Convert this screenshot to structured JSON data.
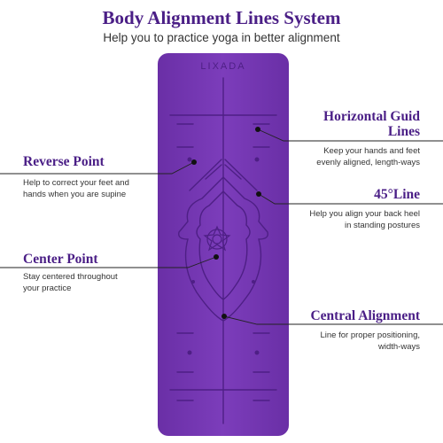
{
  "header": {
    "title": "Body Alignment Lines System",
    "subtitle": "Help you to practice yoga in better alignment"
  },
  "mat": {
    "brand": "LIXADA",
    "color": "#7a3bb8",
    "line_color": "#4e1f85"
  },
  "callouts": {
    "horizontal_guide": {
      "title_line1": "Horizontal Guid",
      "title_line2": "Lines",
      "desc_line1": "Keep your hands and feet",
      "desc_line2": "evenly aligned, length-ways"
    },
    "reverse_point": {
      "title": "Reverse Point",
      "desc_line1": "Help to correct your feet and",
      "desc_line2": "hands when you are supine"
    },
    "angle_line": {
      "title": "45°Line",
      "desc_line1": "Help you align your back heel",
      "desc_line2": "in standing postures"
    },
    "center_point": {
      "title": "Center Point",
      "desc_line1": "Stay centered throughout",
      "desc_line2": "your practice"
    },
    "central_alignment": {
      "title": "Central Alignment",
      "desc_line1": "Line for proper positioning,",
      "desc_line2": "width-ways"
    }
  }
}
